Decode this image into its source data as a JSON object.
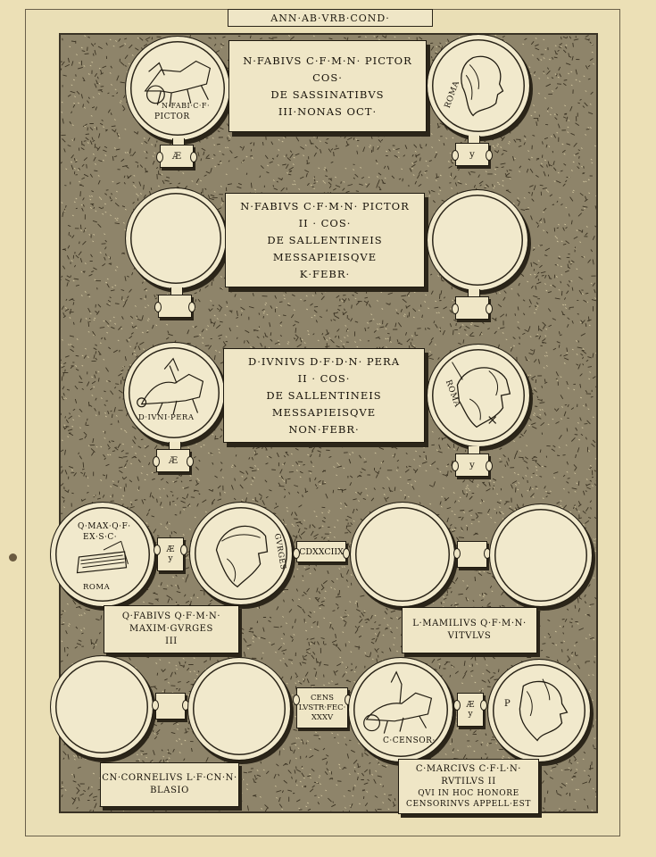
{
  "header": {
    "title": "ANN·AB·VRB·COND·"
  },
  "row1": {
    "tablet": [
      "N·FABIVS C·F·M·N· PICTOR",
      "COS·",
      "DE SASSINATIBVS",
      "III·NONAS OCT·"
    ],
    "left_coin_legend": [
      "N·FABI·C·F·",
      "PICTOR"
    ],
    "right_coin_legend": "ROMA",
    "left_tag": "Æ",
    "right_tag": "y"
  },
  "row2": {
    "tablet": [
      "N·FABIVS C·F·M·N· PICTOR",
      "II · COS·",
      "DE SALLENTINEIS",
      "MESSAPIEISQVE",
      "K·FEBR·"
    ]
  },
  "row3": {
    "tablet": [
      "D·IVNIVS D·F·D·N· PERA",
      "II · COS·",
      "DE SALLENTINEIS",
      "MESSAPIEISQVE",
      "NON·FEBR·"
    ],
    "left_coin_legend": "D·IVNI·PERA",
    "right_coin_legend": "ROMA",
    "left_tag": "Æ",
    "right_tag": "y"
  },
  "row4": {
    "coin1_legend": [
      "Q·MAX·Q·F·",
      "EX·S·C·",
      "ROMA"
    ],
    "coin2_legend": "GVRGES",
    "tag_mid": [
      "Æ",
      "y"
    ],
    "year_plaque": "CDXXCIIX",
    "label_left": [
      "Q·FABIVS Q·F·M·N·",
      "MAXIM·GVRGES",
      "III"
    ],
    "label_right": [
      "L·MAMILIVS Q·F·M·N·",
      "VITVLVS"
    ]
  },
  "row5": {
    "cens_plaque": [
      "CENS",
      "LVSTR·FEC·",
      "XXXV"
    ],
    "coin3_legend": "C·CENSOR·",
    "coin4_legend": "P",
    "tag_mid": [
      "Æ",
      "y"
    ],
    "label_left": [
      "CN·CORNELIVS L·F·CN·N·",
      "BLASIO"
    ],
    "label_right": [
      "C·MARCIVS C·F·L·N·",
      "RVTILVS II",
      "QVI IN HOC HONORE",
      "CENSORINVS APPELL·EST"
    ]
  },
  "colors": {
    "paper": "#ece0b6",
    "ink": "#1f1a10",
    "panel": "#7a6f58"
  }
}
